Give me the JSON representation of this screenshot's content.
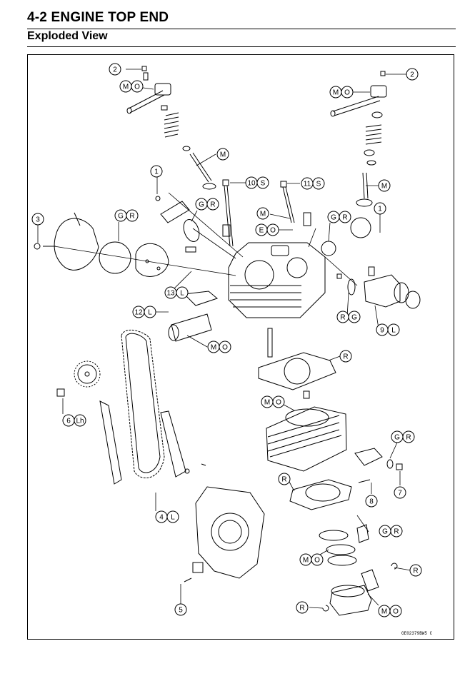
{
  "header": {
    "section": "4-2 ENGINE TOP END",
    "subsection": "Exploded View"
  },
  "figure_id": "GE02379BW5 C",
  "callouts": [
    {
      "id": "c2a",
      "number": "2",
      "codes": []
    },
    {
      "id": "c2b",
      "number": "2",
      "codes": []
    },
    {
      "id": "mo1",
      "number": "",
      "codes": [
        "M",
        "O"
      ]
    },
    {
      "id": "mo2",
      "number": "",
      "codes": [
        "M",
        "O"
      ]
    },
    {
      "id": "m1",
      "number": "",
      "codes": [
        "M"
      ]
    },
    {
      "id": "m2",
      "number": "",
      "codes": [
        "M"
      ]
    },
    {
      "id": "c1a",
      "number": "1",
      "codes": []
    },
    {
      "id": "c1b",
      "number": "1",
      "codes": []
    },
    {
      "id": "c10",
      "number": "10",
      "codes": [
        "S"
      ]
    },
    {
      "id": "c11",
      "number": "11",
      "codes": [
        "S"
      ]
    },
    {
      "id": "c3",
      "number": "3",
      "codes": []
    },
    {
      "id": "gr1",
      "number": "",
      "codes": [
        "G",
        "R"
      ]
    },
    {
      "id": "gr2",
      "number": "",
      "codes": [
        "G",
        "R"
      ]
    },
    {
      "id": "gr3",
      "number": "",
      "codes": [
        "G",
        "R"
      ]
    },
    {
      "id": "m3",
      "number": "",
      "codes": [
        "M"
      ]
    },
    {
      "id": "eo",
      "number": "",
      "codes": [
        "E",
        "O"
      ]
    },
    {
      "id": "c13",
      "number": "13",
      "codes": [
        "L"
      ]
    },
    {
      "id": "c12",
      "number": "12",
      "codes": [
        "L"
      ]
    },
    {
      "id": "rg",
      "number": "",
      "codes": [
        "R",
        "G"
      ]
    },
    {
      "id": "c9",
      "number": "9",
      "codes": [
        "L"
      ]
    },
    {
      "id": "mo3",
      "number": "",
      "codes": [
        "M",
        "O"
      ]
    },
    {
      "id": "r1",
      "number": "",
      "codes": [
        "R"
      ]
    },
    {
      "id": "c6",
      "number": "6",
      "codes": [
        "Lh"
      ]
    },
    {
      "id": "mo4",
      "number": "",
      "codes": [
        "M",
        "O"
      ]
    },
    {
      "id": "gr4",
      "number": "",
      "codes": [
        "G",
        "R"
      ]
    },
    {
      "id": "c4",
      "number": "4",
      "codes": [
        "L"
      ]
    },
    {
      "id": "r2",
      "number": "",
      "codes": [
        "R"
      ]
    },
    {
      "id": "c8",
      "number": "8",
      "codes": []
    },
    {
      "id": "c7",
      "number": "7",
      "codes": []
    },
    {
      "id": "gr5",
      "number": "",
      "codes": [
        "G",
        "R"
      ]
    },
    {
      "id": "mo5",
      "number": "",
      "codes": [
        "M",
        "O"
      ]
    },
    {
      "id": "r3",
      "number": "",
      "codes": [
        "R"
      ]
    },
    {
      "id": "c5",
      "number": "5",
      "codes": []
    },
    {
      "id": "r4",
      "number": "",
      "codes": [
        "R"
      ]
    },
    {
      "id": "mo6",
      "number": "",
      "codes": [
        "M",
        "O"
      ]
    }
  ]
}
